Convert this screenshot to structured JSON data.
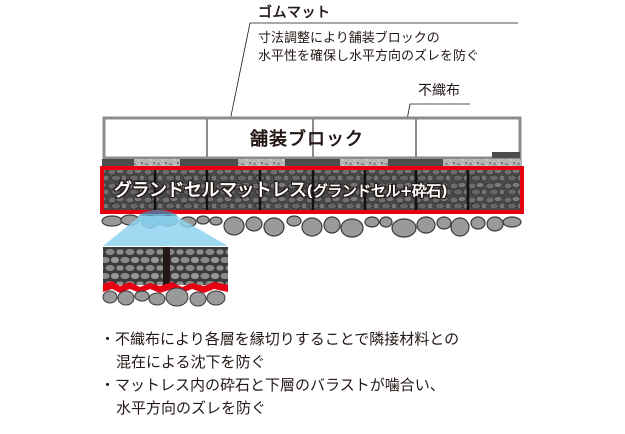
{
  "labels": {
    "rubber_mat": "ゴムマット",
    "rubber_mat_desc_line1": "寸法調整により舗装ブロックの",
    "rubber_mat_desc_line2": "水平性を確保し水平方向のズレを防ぐ",
    "nonwoven_fabric": "不織布",
    "paving_block": "舗装ブロック",
    "mattress_main": "グランドセルマットレス",
    "mattress_sub": "(グランドセル+砕石)"
  },
  "notes": [
    {
      "line1": "・不織布により各層を縁切りすることで隣接材料との",
      "line2": "混在による沈下を防ぐ"
    },
    {
      "line1": "・マットレス内の砕石と下層のバラストが噛合い、",
      "line2": "水平方向のズレを防ぐ"
    }
  ],
  "colors": {
    "accent_red": "#e60012",
    "block_border": "#8c8c8c",
    "rubber_mat": "#4d4d4d",
    "gravel_fill": "#5a5a5a",
    "ballast_stone": "#9a9a9a",
    "zoom_highlight": "#8fd3f0"
  }
}
